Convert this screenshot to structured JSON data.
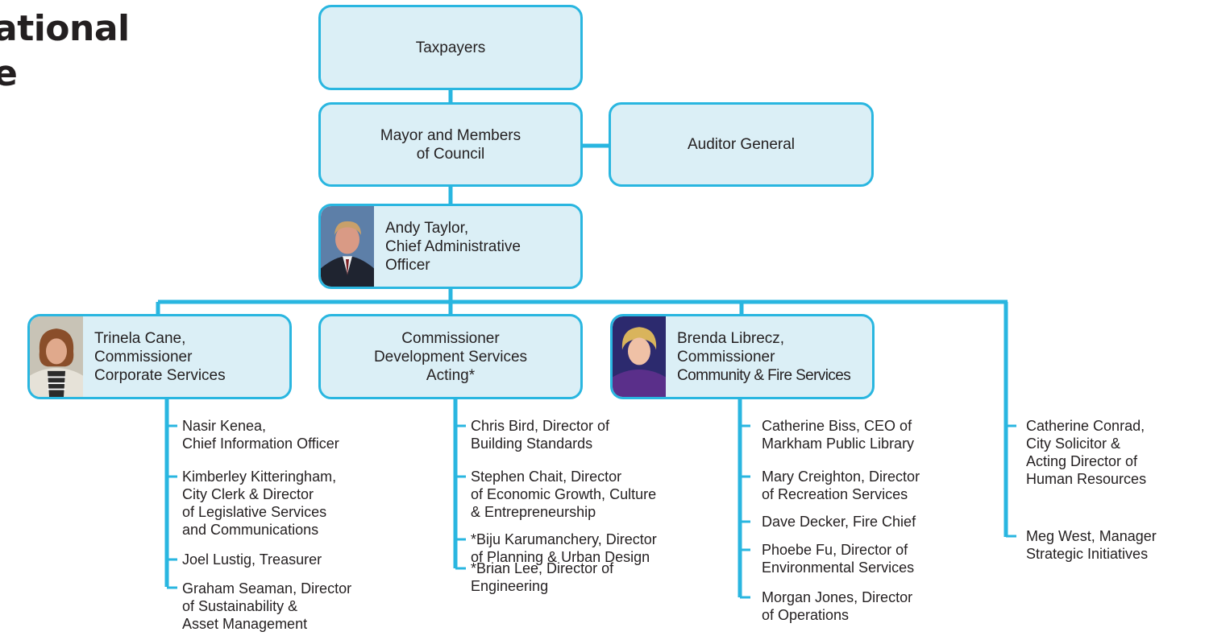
{
  "title": {
    "line1": "ational",
    "line2": "e"
  },
  "colors": {
    "accent": "#29b6e0",
    "box_fill": "#dbeff6",
    "text": "#231f20"
  },
  "boxes": {
    "taxpayers": [
      "Taxpayers"
    ],
    "council": [
      "Mayor and Members",
      "of Council"
    ],
    "auditor": [
      "Auditor General"
    ],
    "cao": [
      "Andy Taylor,",
      "Chief Administrative",
      "Officer"
    ],
    "corporate": [
      "Trinela Cane,",
      "Commissioner",
      "Corporate Services"
    ],
    "development": [
      "Commissioner",
      "Development Services",
      "Acting*"
    ],
    "community": [
      "Brenda Librecz,",
      "Commissioner",
      "Community & Fire Services"
    ]
  },
  "columns": [
    {
      "items": [
        [
          "Nasir Kenea,",
          "Chief Information Officer"
        ],
        [
          "Kimberley Kitteringham,",
          "City Clerk & Director",
          "of Legislative Services",
          "and Communications"
        ],
        [
          "Joel Lustig, Treasurer"
        ],
        [
          "Graham Seaman, Director",
          "of Sustainability &",
          "Asset Management"
        ]
      ]
    },
    {
      "items": [
        [
          "Chris Bird, Director of",
          "Building Standards"
        ],
        [
          "Stephen Chait, Director",
          "of Economic Growth, Culture",
          "& Entrepreneurship"
        ],
        [
          "*Biju Karumanchery, Director",
          "of Planning & Urban Design"
        ],
        [
          "*Brian Lee, Director of",
          "Engineering"
        ]
      ]
    },
    {
      "items": [
        [
          "Catherine Biss, CEO of",
          "Markham Public Library"
        ],
        [
          "Mary Creighton, Director",
          "of Recreation Services"
        ],
        [
          "Dave Decker, Fire Chief"
        ],
        [
          "Phoebe Fu, Director of",
          "Environmental Services"
        ],
        [
          "Morgan Jones, Director",
          "of Operations"
        ]
      ]
    },
    {
      "items": [
        [
          "Catherine Conrad,",
          "City Solicitor &",
          "Acting Director of",
          "Human Resources"
        ],
        [
          "Meg West, Manager",
          "Strategic Initiatives"
        ]
      ]
    }
  ]
}
